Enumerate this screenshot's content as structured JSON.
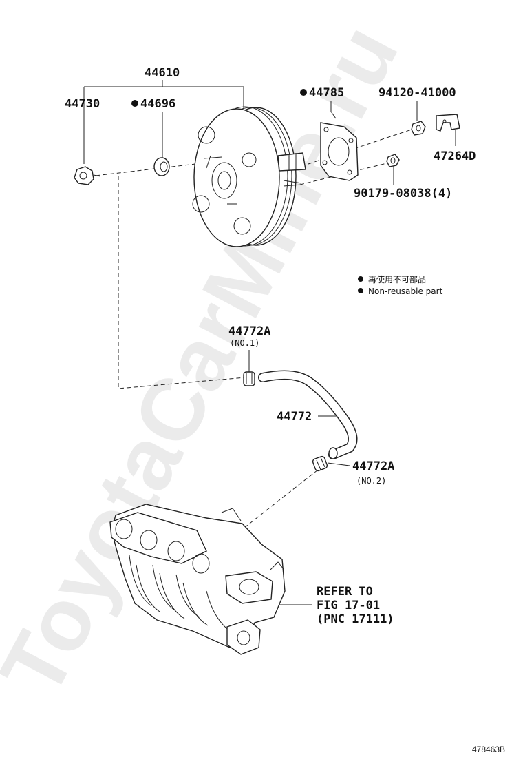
{
  "parts": {
    "booster_assembly": "44610",
    "check_valve": "44730",
    "grommet": "44696",
    "gasket": "44785",
    "nut_upper": "94120-41000",
    "bracket": "47264D",
    "nut_lower": "90179-08038(4)",
    "hose": "44772",
    "clip_no1": "44772A",
    "clip_no1_sub": "(NO.1)",
    "clip_no2": "44772A",
    "clip_no2_sub": "(NO.2)"
  },
  "refer": {
    "line1": "REFER TO",
    "line2": "FIG 17-01",
    "line3": "(PNC 17111)"
  },
  "legend": {
    "japanese": "再使用不可部品",
    "english": "Non-reusable part"
  },
  "watermark": "ToyotaCarMine.ru",
  "figure_id": "478463B"
}
